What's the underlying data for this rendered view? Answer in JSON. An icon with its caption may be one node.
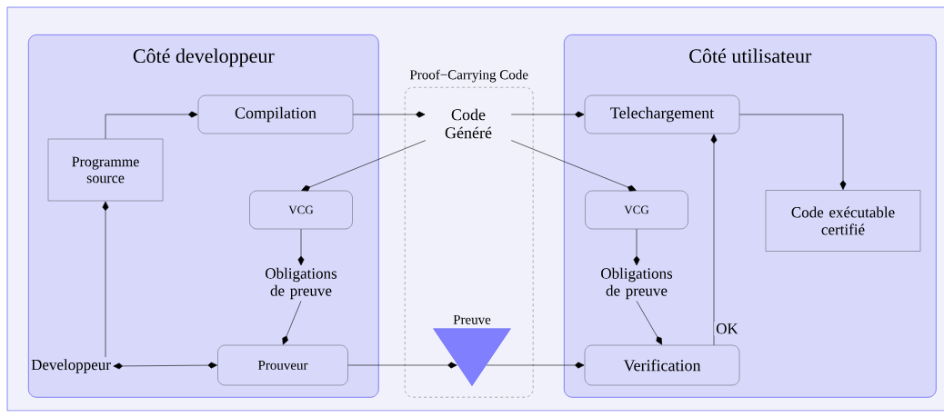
{
  "diagram": {
    "nodes": [
      {
        "text": [
          "Côté developpeur"
        ]
      },
      {
        "text": [
          "Programme source"
        ],
        "in": 0
      },
      {
        "text": [
          "Compilation"
        ],
        "in": 0
      },
      {
        "text": [
          "VCG"
        ],
        "in": 0
      },
      {
        "text": [
          "Obligations de preuve"
        ],
        "in": 0
      },
      {
        "text": [
          "Developpeur"
        ],
        "in": 0
      },
      {
        "text": [
          "Prouveur"
        ],
        "in": 0
      },
      {
        "text": [
          "Proof−Carrying Code"
        ]
      },
      {
        "text": [
          "Code Généré"
        ],
        "in": 7
      },
      {
        "text": [
          "Preuve"
        ],
        "in": 7
      },
      {
        "text": [
          "Côté utilisateur"
        ]
      },
      {
        "text": [
          "Telechargement"
        ],
        "in": 10
      },
      {
        "text": [
          "VCG"
        ],
        "in": 10
      },
      {
        "text": [
          "Obligations de preuve"
        ],
        "in": 10
      },
      {
        "text": [
          "Verification"
        ],
        "in": 10
      },
      {
        "text": [
          "Code exécutable certifié"
        ],
        "in": 10
      }
    ],
    "edges": [
      {
        "from": 1,
        "to": 2,
        "arrow": "to"
      },
      {
        "from": 2,
        "to": 8,
        "arrow": "to"
      },
      {
        "from": 8,
        "to": 11,
        "arrow": "to"
      },
      {
        "from": 8,
        "to": 3,
        "arrow": "to"
      },
      {
        "from": 8,
        "to": 12,
        "arrow": "to"
      },
      {
        "from": 3,
        "to": 4,
        "arrow": "to"
      },
      {
        "from": 4,
        "to": 6,
        "arrow": "to"
      },
      {
        "from": 5,
        "to": 1,
        "arrow": "to"
      },
      {
        "from": 5,
        "to": 6,
        "arrow": "both"
      },
      {
        "from": 6,
        "to": 9,
        "arrow": "to"
      },
      {
        "from": 9,
        "to": 14,
        "arrow": "to"
      },
      {
        "from": 14,
        "to": 11,
        "arrow": "to",
        "label": "OK"
      },
      {
        "from": 11,
        "to": 15,
        "arrow": "to"
      },
      {
        "from": 12,
        "to": 13,
        "arrow": "to"
      },
      {
        "from": 13,
        "to": 14,
        "arrow": "to"
      }
    ]
  }
}
